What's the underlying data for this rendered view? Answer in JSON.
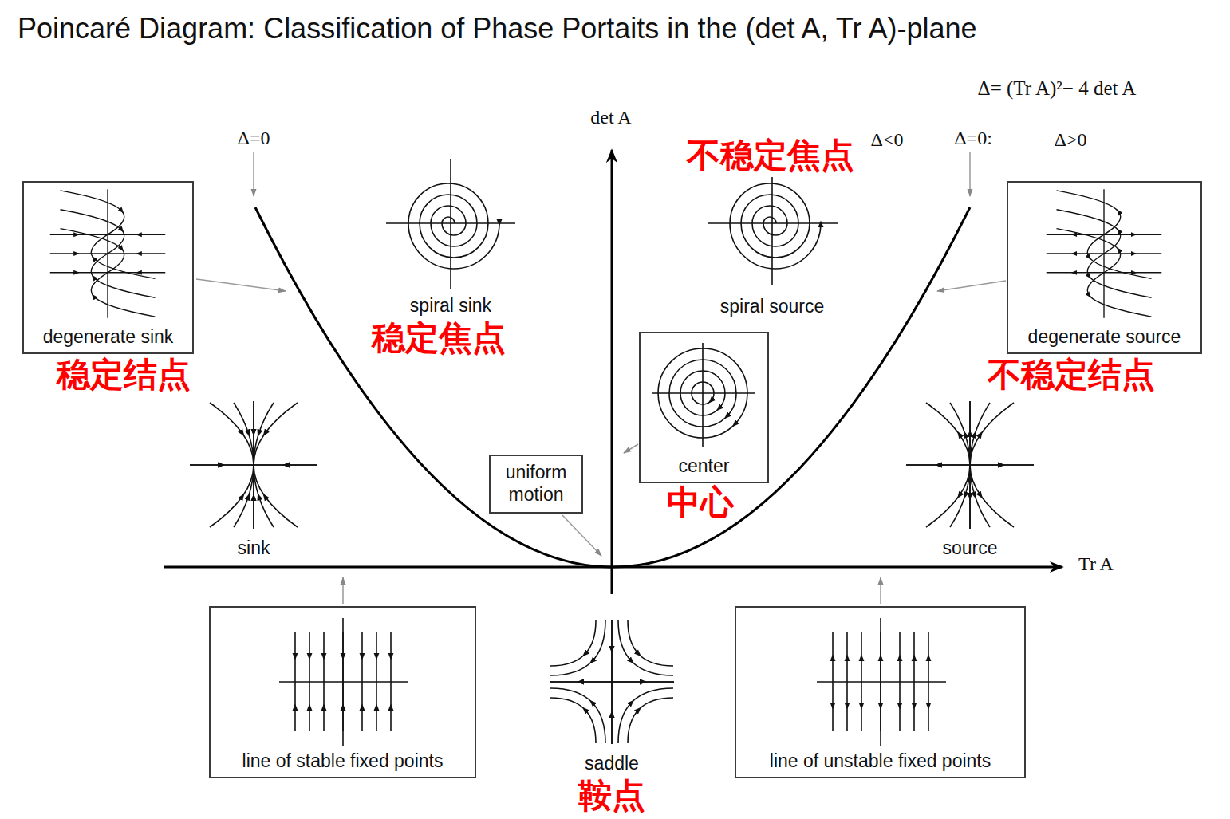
{
  "diagram": {
    "title": "Poincaré Diagram: Classification of Phase Portaits in the (det A, Tr A)-plane",
    "nodes": [
      {
        "text": [
          "degenerate sink"
        ]
      },
      {
        "text": [
          "degenerate source"
        ]
      },
      {
        "text": [
          "center"
        ]
      },
      {
        "text": [
          "uniform motion"
        ]
      },
      {
        "text": [
          "line of stable fixed points"
        ]
      },
      {
        "text": [
          "line of unstable fixed points"
        ]
      }
    ],
    "labels": [
      "Δ= (Tr A)²− 4 det A",
      "det A",
      "Δ=0",
      "Δ<0",
      "Δ=0:",
      "Δ>0",
      "不稳定焦点",
      "spiral sink",
      "spiral source",
      "稳定焦点",
      "稳定结点",
      "不稳定结点",
      "sink",
      "中心",
      "source",
      "Tr A",
      "saddle",
      "鞍点"
    ]
  }
}
